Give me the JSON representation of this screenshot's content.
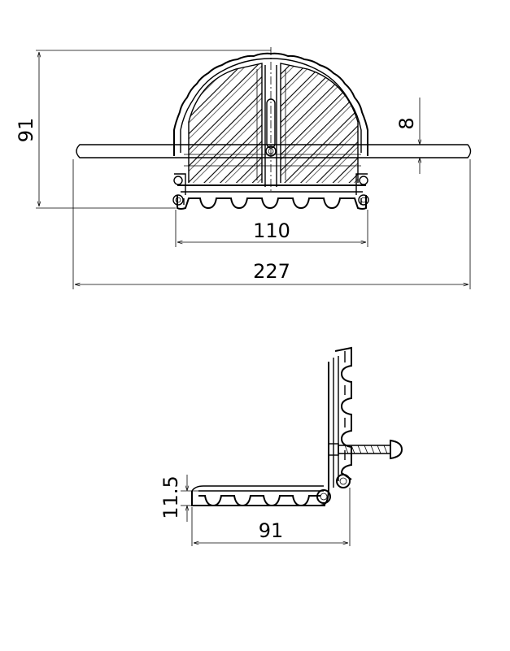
{
  "top_view": {
    "dimensions": {
      "overall_height": "91",
      "bar_thickness": "8",
      "base_width": "110",
      "overall_width": "227"
    }
  },
  "side_view": {
    "dimensions": {
      "profile_height": "11.5",
      "profile_width": "91"
    }
  },
  "colors": {
    "line": "#000000",
    "background": "#ffffff"
  }
}
